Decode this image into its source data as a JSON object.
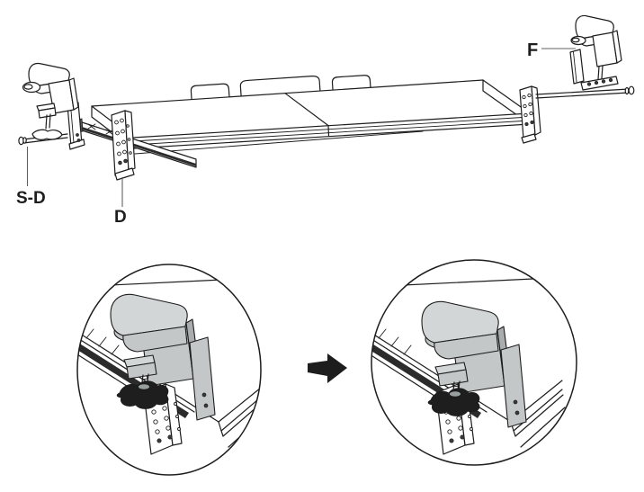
{
  "figure": {
    "type": "assembly-instruction-diagram"
  },
  "labels": {
    "f": "F",
    "sd": "S-D",
    "d": "D"
  },
  "icons": {
    "step_arrow": "right-arrow"
  },
  "colors": {
    "line": "#1d1d1d",
    "leader": "#606060",
    "dark": "#2b2b2b",
    "clamp_top": "#d3d6d6",
    "clamp_front": "#c3c7c7",
    "clamp_side": "#a9adad",
    "knob": "#1e1e1e",
    "background": "#ffffff"
  }
}
